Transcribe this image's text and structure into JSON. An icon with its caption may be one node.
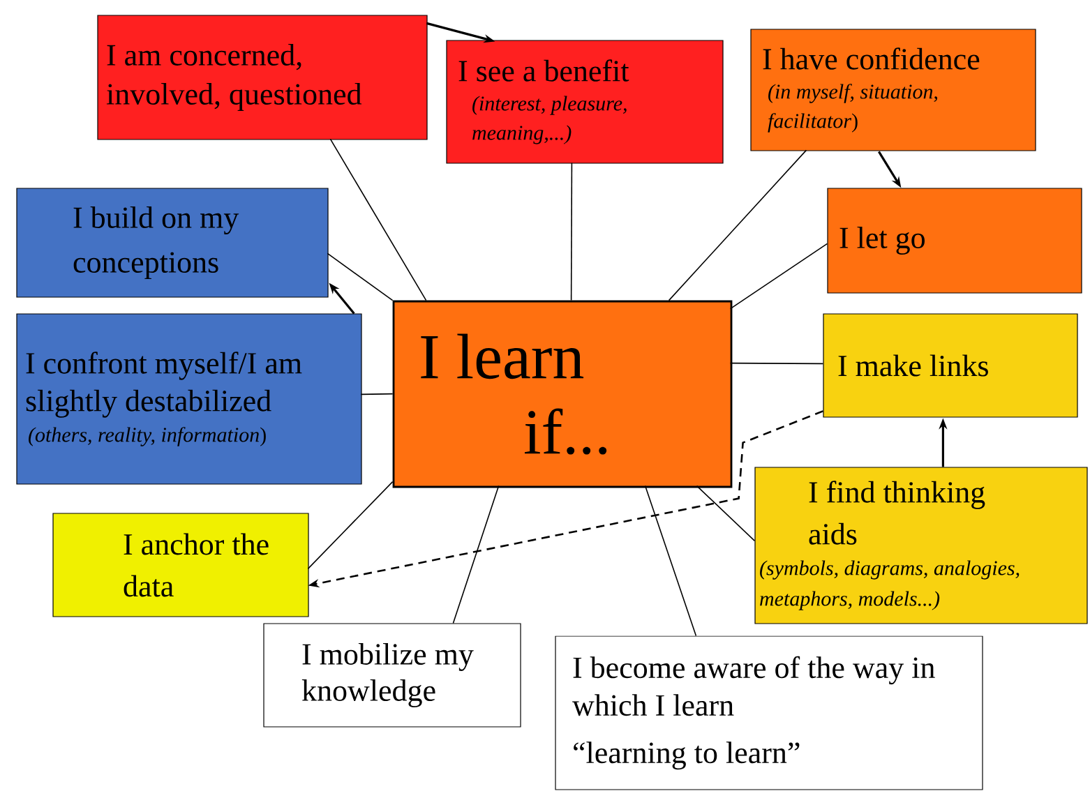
{
  "diagram": {
    "nodes": [
      {
        "text": [
          "I learn if..."
        ]
      },
      {
        "text": [
          "I am concerned, involved, questioned"
        ]
      },
      {
        "text": [
          "I see a benefit",
          "(interest, pleasure, meaning,...)"
        ]
      },
      {
        "text": [
          "I have confidence",
          "*(in myself, situation*, *facilitator*)"
        ]
      },
      {
        "text": [
          "I let go"
        ]
      },
      {
        "text": [
          "I build on my conceptions"
        ]
      },
      {
        "text": [
          "I confront myself/I am slightly destabilized",
          "*(others, reality, information*)"
        ]
      },
      {
        "text": [
          "I make links"
        ]
      },
      {
        "text": [
          "I find thinking aids",
          "(symbols, diagrams, analogies, metaphors, models...)"
        ]
      },
      {
        "text": [
          "I anchor the data"
        ]
      },
      {
        "text": [
          "I mobilize my knowledge"
        ]
      },
      {
        "text": [
          "I become aware of the way in which I learn",
          "“learning to learn”"
        ]
      }
    ],
    "edges": [
      {
        "from": 0,
        "to": 1,
        "arrow": "none"
      },
      {
        "from": 0,
        "to": 2,
        "arrow": "none"
      },
      {
        "from": 0,
        "to": 3,
        "arrow": "none"
      },
      {
        "from": 0,
        "to": 4,
        "arrow": "none"
      },
      {
        "from": 0,
        "to": 5,
        "arrow": "none"
      },
      {
        "from": 0,
        "to": 6,
        "arrow": "none"
      },
      {
        "from": 0,
        "to": 7,
        "arrow": "none"
      },
      {
        "from": 0,
        "to": 8,
        "arrow": "none"
      },
      {
        "from": 0,
        "to": 9,
        "arrow": "none"
      },
      {
        "from": 0,
        "to": 10,
        "arrow": "none"
      },
      {
        "from": 0,
        "to": 11,
        "arrow": "none"
      },
      {
        "from": 1,
        "to": 2,
        "arrow": "to"
      },
      {
        "from": 3,
        "to": 4,
        "arrow": "to"
      },
      {
        "from": 6,
        "to": 5,
        "arrow": "to"
      },
      {
        "from": 8,
        "to": 7,
        "arrow": "to"
      },
      {
        "from": 7,
        "to": 9,
        "arrow": "to",
        "style": "dashed"
      }
    ]
  }
}
